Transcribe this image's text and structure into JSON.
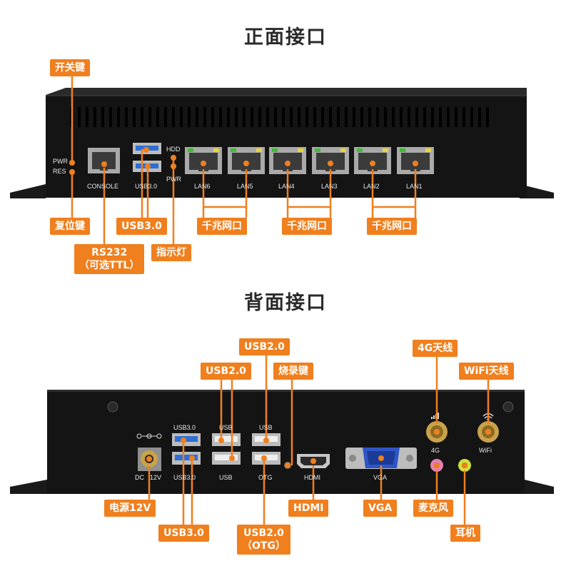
{
  "front": {
    "title": "正面接口",
    "port_labels": {
      "pwr": "PWR",
      "res": "RES",
      "console": "CONSOLE",
      "usb30": "USB3.0",
      "hdd": "HDD",
      "pwr_led": "PWR",
      "lan6": "LAN6",
      "lan5": "LAN5",
      "lan4": "LAN4",
      "lan3": "LAN3",
      "lan2": "LAN2",
      "lan1": "LAN1"
    },
    "tags": {
      "power_switch": "开关键",
      "reset": "复位键",
      "usb30": "USB3.0",
      "rs232_line1": "RS232",
      "rs232_line2": "（可选TTL）",
      "indicator": "指示灯",
      "gigabit_1": "千兆网口",
      "gigabit_2": "千兆网口",
      "gigabit_3": "千兆网口"
    }
  },
  "back": {
    "title": "背面接口",
    "port_labels": {
      "dc": "DC",
      "v12": "12V",
      "usb30_top": "USB3.0",
      "usb30_bottom": "USB3.0",
      "usb_a": "USB",
      "usb_b": "USB",
      "usb_c": "USB",
      "otg": "OTG",
      "hdmi": "HDMI",
      "vga": "VGA",
      "g4": "4G",
      "wifi": "WiFi"
    },
    "tags": {
      "usb20_top": "USB2.0",
      "usb20_mid": "USB2.0",
      "burn_key": "烧录键",
      "ant_4g": "4G天线",
      "ant_wifi": "WiFi天线",
      "power_12v": "电源12V",
      "usb30": "USB3.0",
      "hdmi": "HDMI",
      "vga": "VGA",
      "mic": "麦克风",
      "usb20_otg_line1": "USB2.0",
      "usb20_otg_line2": "（OTG）",
      "earphone": "耳机"
    }
  },
  "colors": {
    "tag": "#f07f1e",
    "chassis": "#141414",
    "usb3_blue": "#2e6fd6",
    "lan_green": "#3cbf2e",
    "lan_yellow": "#e8d43c"
  }
}
